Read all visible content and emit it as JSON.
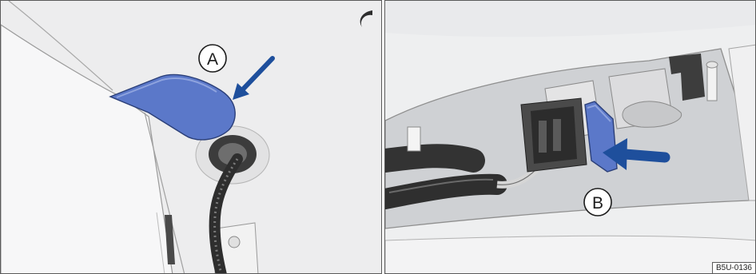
{
  "figure": {
    "panels": [
      {
        "id": "left",
        "callout": "A"
      },
      {
        "id": "right",
        "callout": "B"
      }
    ],
    "figure_code": "B5U-0136",
    "colors": {
      "highlight_blue": "#5b78c9",
      "arrow_blue": "#1e4f9c",
      "background_gray": "#e9eaec",
      "dark_part": "#3a3a3a"
    }
  }
}
